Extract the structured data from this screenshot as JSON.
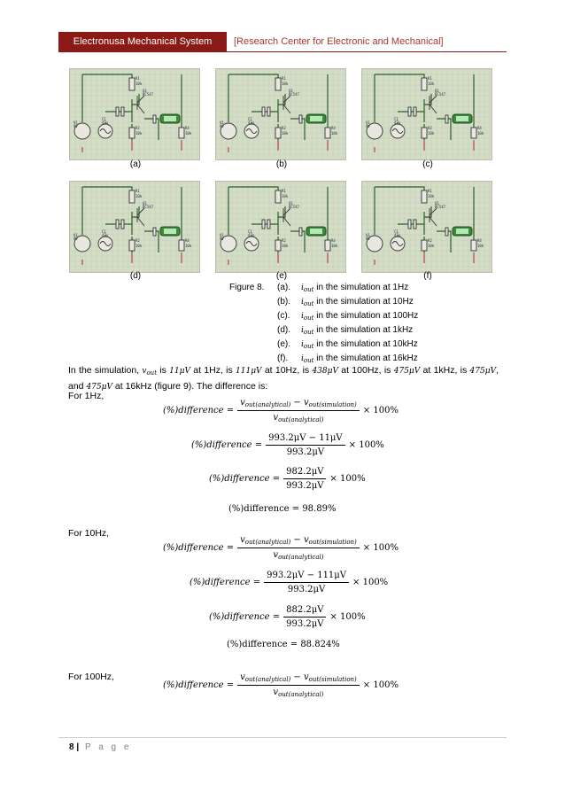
{
  "header": {
    "org": "Electronusa Mechanical System",
    "center": "[Research Center for Electronic and Mechanical]"
  },
  "figure": {
    "panels": [
      {
        "label": "(a)",
        "meter": "1Hz"
      },
      {
        "label": "(b)",
        "meter": "10Hz"
      },
      {
        "label": "(c)",
        "meter": "100Hz"
      },
      {
        "label": "(d)",
        "meter": "1kHz"
      },
      {
        "label": "(e)",
        "meter": "10kHz"
      },
      {
        "label": "(f)",
        "meter": "16kHz"
      }
    ],
    "caption_prefix": "Figure 8.",
    "caption_items": [
      {
        "tag": "(a).",
        "var": "i",
        "sub": "out",
        "text": "in the simulation at 1Hz"
      },
      {
        "tag": "(b).",
        "var": "i",
        "sub": "out",
        "text": "in the simulation at 10Hz"
      },
      {
        "tag": "(c).",
        "var": "i",
        "sub": "out",
        "text": "in the simulation at 100Hz"
      },
      {
        "tag": "(d).",
        "var": "i",
        "sub": "out",
        "text": "in the simulation at 1kHz"
      },
      {
        "tag": "(e).",
        "var": "i",
        "sub": "out",
        "text": "in the simulation at 10kHz"
      },
      {
        "tag": "(f).",
        "var": "i",
        "sub": "out",
        "text": "in the simulation at 16kHz"
      }
    ]
  },
  "body": {
    "p1": "In the simulation,",
    "p2": "is",
    "v1": "11μV",
    "p3": "at 1Hz, is",
    "v2": "111μV",
    "p4": "at 10Hz, is",
    "v3": "438μV",
    "p5": "at 100Hz, is",
    "v4": "475μV",
    "p6": "at 1kHz, is",
    "v5": "475μV",
    "p7": ", and",
    "v6": "475μV",
    "p8": "at 16kHz (figure 9). The difference is:",
    "for_1hz": "For 1Hz,",
    "for_10hz": "For 10Hz,",
    "for_100hz": "For 100Hz,"
  },
  "equations": {
    "lhs": "(%)difference =",
    "num_general": "v out(analytical) − v out(simulation)",
    "den_general": "v out(analytical)",
    "times": "× 100%",
    "hz1_step1_num": "993.2μV − 11μV",
    "hz1_step1_den": "993.2μV",
    "hz1_step2_num": "982.2μV",
    "hz1_step2_den": "993.2μV",
    "hz1_result": "(%)difference = 98.89%",
    "hz10_step1_num": "993.2μV − 111μV",
    "hz10_step1_den": "993.2μV",
    "hz10_step2_num": "882.2μV",
    "hz10_step2_den": "993.2μV",
    "hz10_result": "(%)difference = 88.824%"
  },
  "footer": {
    "page_number": "8",
    "separator": "|",
    "page_label": "P a g e"
  }
}
